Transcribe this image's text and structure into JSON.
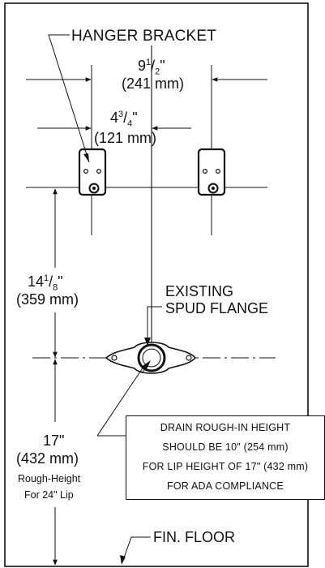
{
  "labels": {
    "hanger_bracket": "HANGER BRACKET",
    "dim_outer_whole": "9",
    "dim_outer_num": "1",
    "dim_outer_den": "2",
    "dim_outer_unit": "\"",
    "dim_outer_mm": "(241 mm)",
    "dim_inner_whole": "4",
    "dim_inner_num": "3",
    "dim_inner_den": "4",
    "dim_inner_unit": "\"",
    "dim_inner_mm": "(121 mm)",
    "dim_vert_whole": "14",
    "dim_vert_num": "1",
    "dim_vert_den": "8",
    "dim_vert_unit": "\"",
    "dim_vert_mm": "(359 mm)",
    "existing_spud_line1": "EXISTING",
    "existing_spud_line2": "SPUD FLANGE",
    "dim_height": "17\"",
    "dim_height_mm": "(432 mm)",
    "rough_height_line1": "Rough-Height",
    "rough_height_line2": "For 24\" Lip",
    "fin_floor": "FIN. FLOOR"
  },
  "note": {
    "lines": [
      "DRAIN ROUGH-IN HEIGHT",
      "SHOULD BE 10\" (254 mm)",
      "FOR LIP HEIGHT OF 17\" (432 mm)",
      "FOR ADA COMPLIANCE"
    ]
  }
}
